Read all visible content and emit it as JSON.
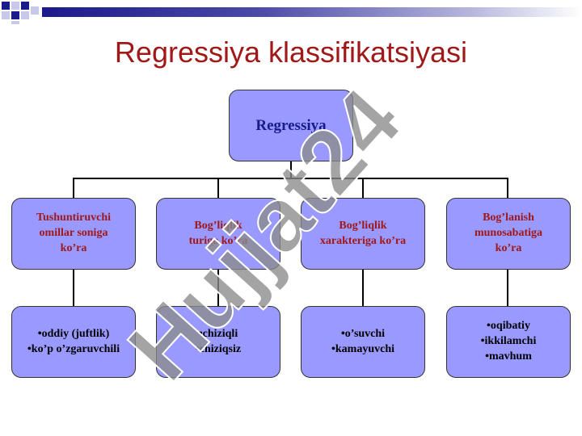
{
  "title": "Regressiya klassifikatsiyasi",
  "root": "Regressiya",
  "categories": [
    {
      "line1": "Tushuntiruvchi",
      "line2": "omillar soniga",
      "line3": "ko’ra"
    },
    {
      "line1": "Bog’liqlik",
      "line2": "turiga ko’ra",
      "line3": ""
    },
    {
      "line1": "Bog’liqlik",
      "line2": "xarakteriga ko’ra",
      "line3": ""
    },
    {
      "line1": "Bog’lanish",
      "line2": "munosabatiga",
      "line3": "ko’ra"
    }
  ],
  "leaves": [
    {
      "items": [
        "•oddiy (juftlik)",
        "•ko’p o’zgaruvchili"
      ]
    },
    {
      "items": [
        "•chiziqli",
        "•chiziqsiz"
      ]
    },
    {
      "items": [
        "•o’suvchi",
        "•kamayuvchi"
      ]
    },
    {
      "items": [
        "•oqibatiy",
        "•ikkilamchi",
        "•mavhum"
      ]
    }
  ],
  "watermark": "Hujjat24",
  "colors": {
    "title": "#a01818",
    "node_fill": "#9999ff",
    "root_text": "#1a1a8c",
    "watermark": "#cfc8ff"
  }
}
